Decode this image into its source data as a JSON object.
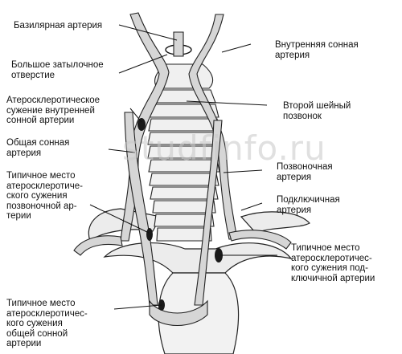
{
  "watermark": "studfinfo.ru",
  "labels": {
    "basilar": "Базилярная артерия",
    "foramen": "Большое затылочное\nотверстие",
    "athero_ica": "Атеросклеротическое\nсужение внутренней\nсонной артерии",
    "common_carotid": "Общая сонная\nартерия",
    "vertebral_typical": "Типичное место\nатеросклеротиче-\nского сужения\nпозвоночной ар-\nтерии",
    "common_typical": "Типичное место\nатеросклеротичес-\nкого сужения\nобщей сонной\nартерии",
    "internal_carotid": "Внутренняя сонная\nартерия",
    "c2": "Второй шейный\nпозвонок",
    "vertebral_artery": "Позвоночная\nартерия",
    "subclavian": "Подключичная\nартерия",
    "subclavian_typical": "Типичное место\nатеросклеротичес-\nкого сужения под-\nключичной артерии"
  },
  "colors": {
    "ink": "#111111",
    "vessel_fill": "#d6d6d6",
    "bone_fill": "#ececec",
    "lesion": "#1a1a1a"
  }
}
